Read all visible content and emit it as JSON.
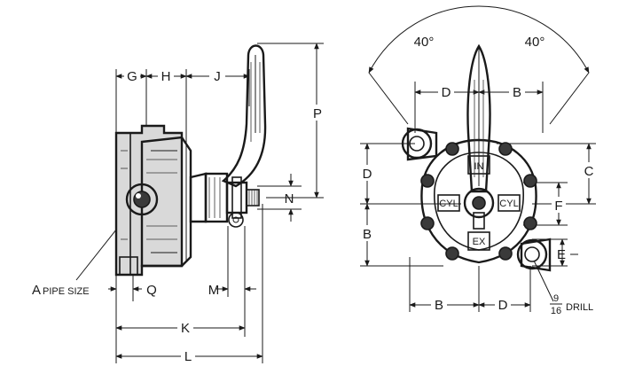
{
  "side_view": {
    "dim_g": "G",
    "dim_h": "H",
    "dim_j": "J",
    "dim_p": "P",
    "dim_n": "N",
    "dim_q": "Q",
    "dim_m": "M",
    "dim_k": "K",
    "dim_l": "L",
    "pipe_size_letter": "A",
    "pipe_size_text": "PIPE SIZE"
  },
  "front_view": {
    "angle_left": "40°",
    "angle_right": "40°",
    "dim_d_top": "D",
    "dim_b_top": "B",
    "dim_d_left": "D",
    "dim_b_left": "B",
    "dim_c": "C",
    "dim_f": "F",
    "dim_e": "E",
    "dim_b_bottom": "B",
    "dim_d_bottom": "D",
    "drill_num": "9",
    "drill_den": "16",
    "drill_text": "DRILL",
    "port_in": "IN",
    "port_ex": "EX",
    "port_cyl_left": "CYL",
    "port_cyl_right": "CYL"
  }
}
